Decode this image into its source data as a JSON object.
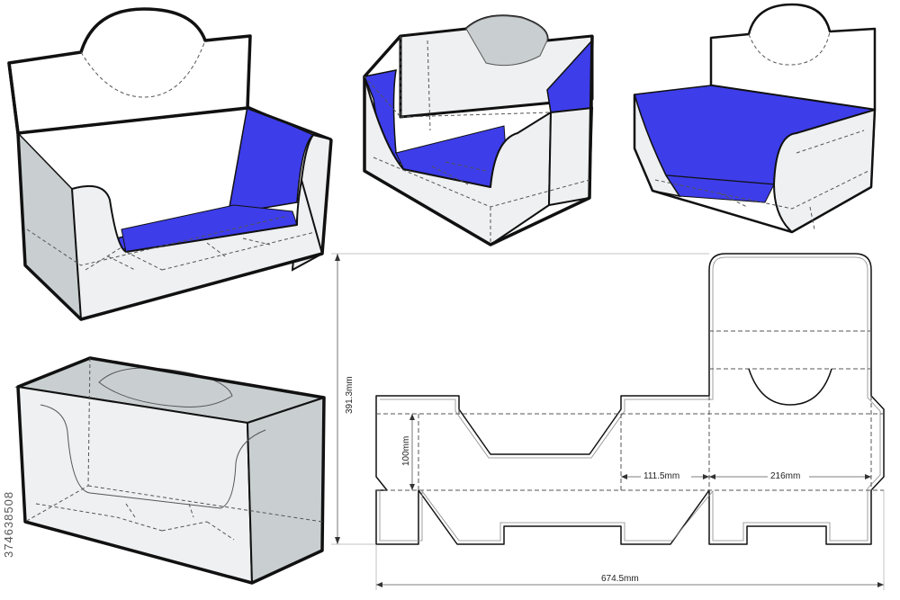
{
  "dimensions": {
    "height": "391.3mm",
    "inner_height": "100mm",
    "panel_width": "111.5mm",
    "back_width": "216mm",
    "total_width": "674.5mm"
  },
  "watermark": {
    "id": "374638508"
  },
  "colors": {
    "blue_interior": "#3d3dea",
    "panel_gray": "#c9cfd1",
    "panel_light": "#eef0f1",
    "outline": "#111111",
    "fold_line": "#555555"
  }
}
